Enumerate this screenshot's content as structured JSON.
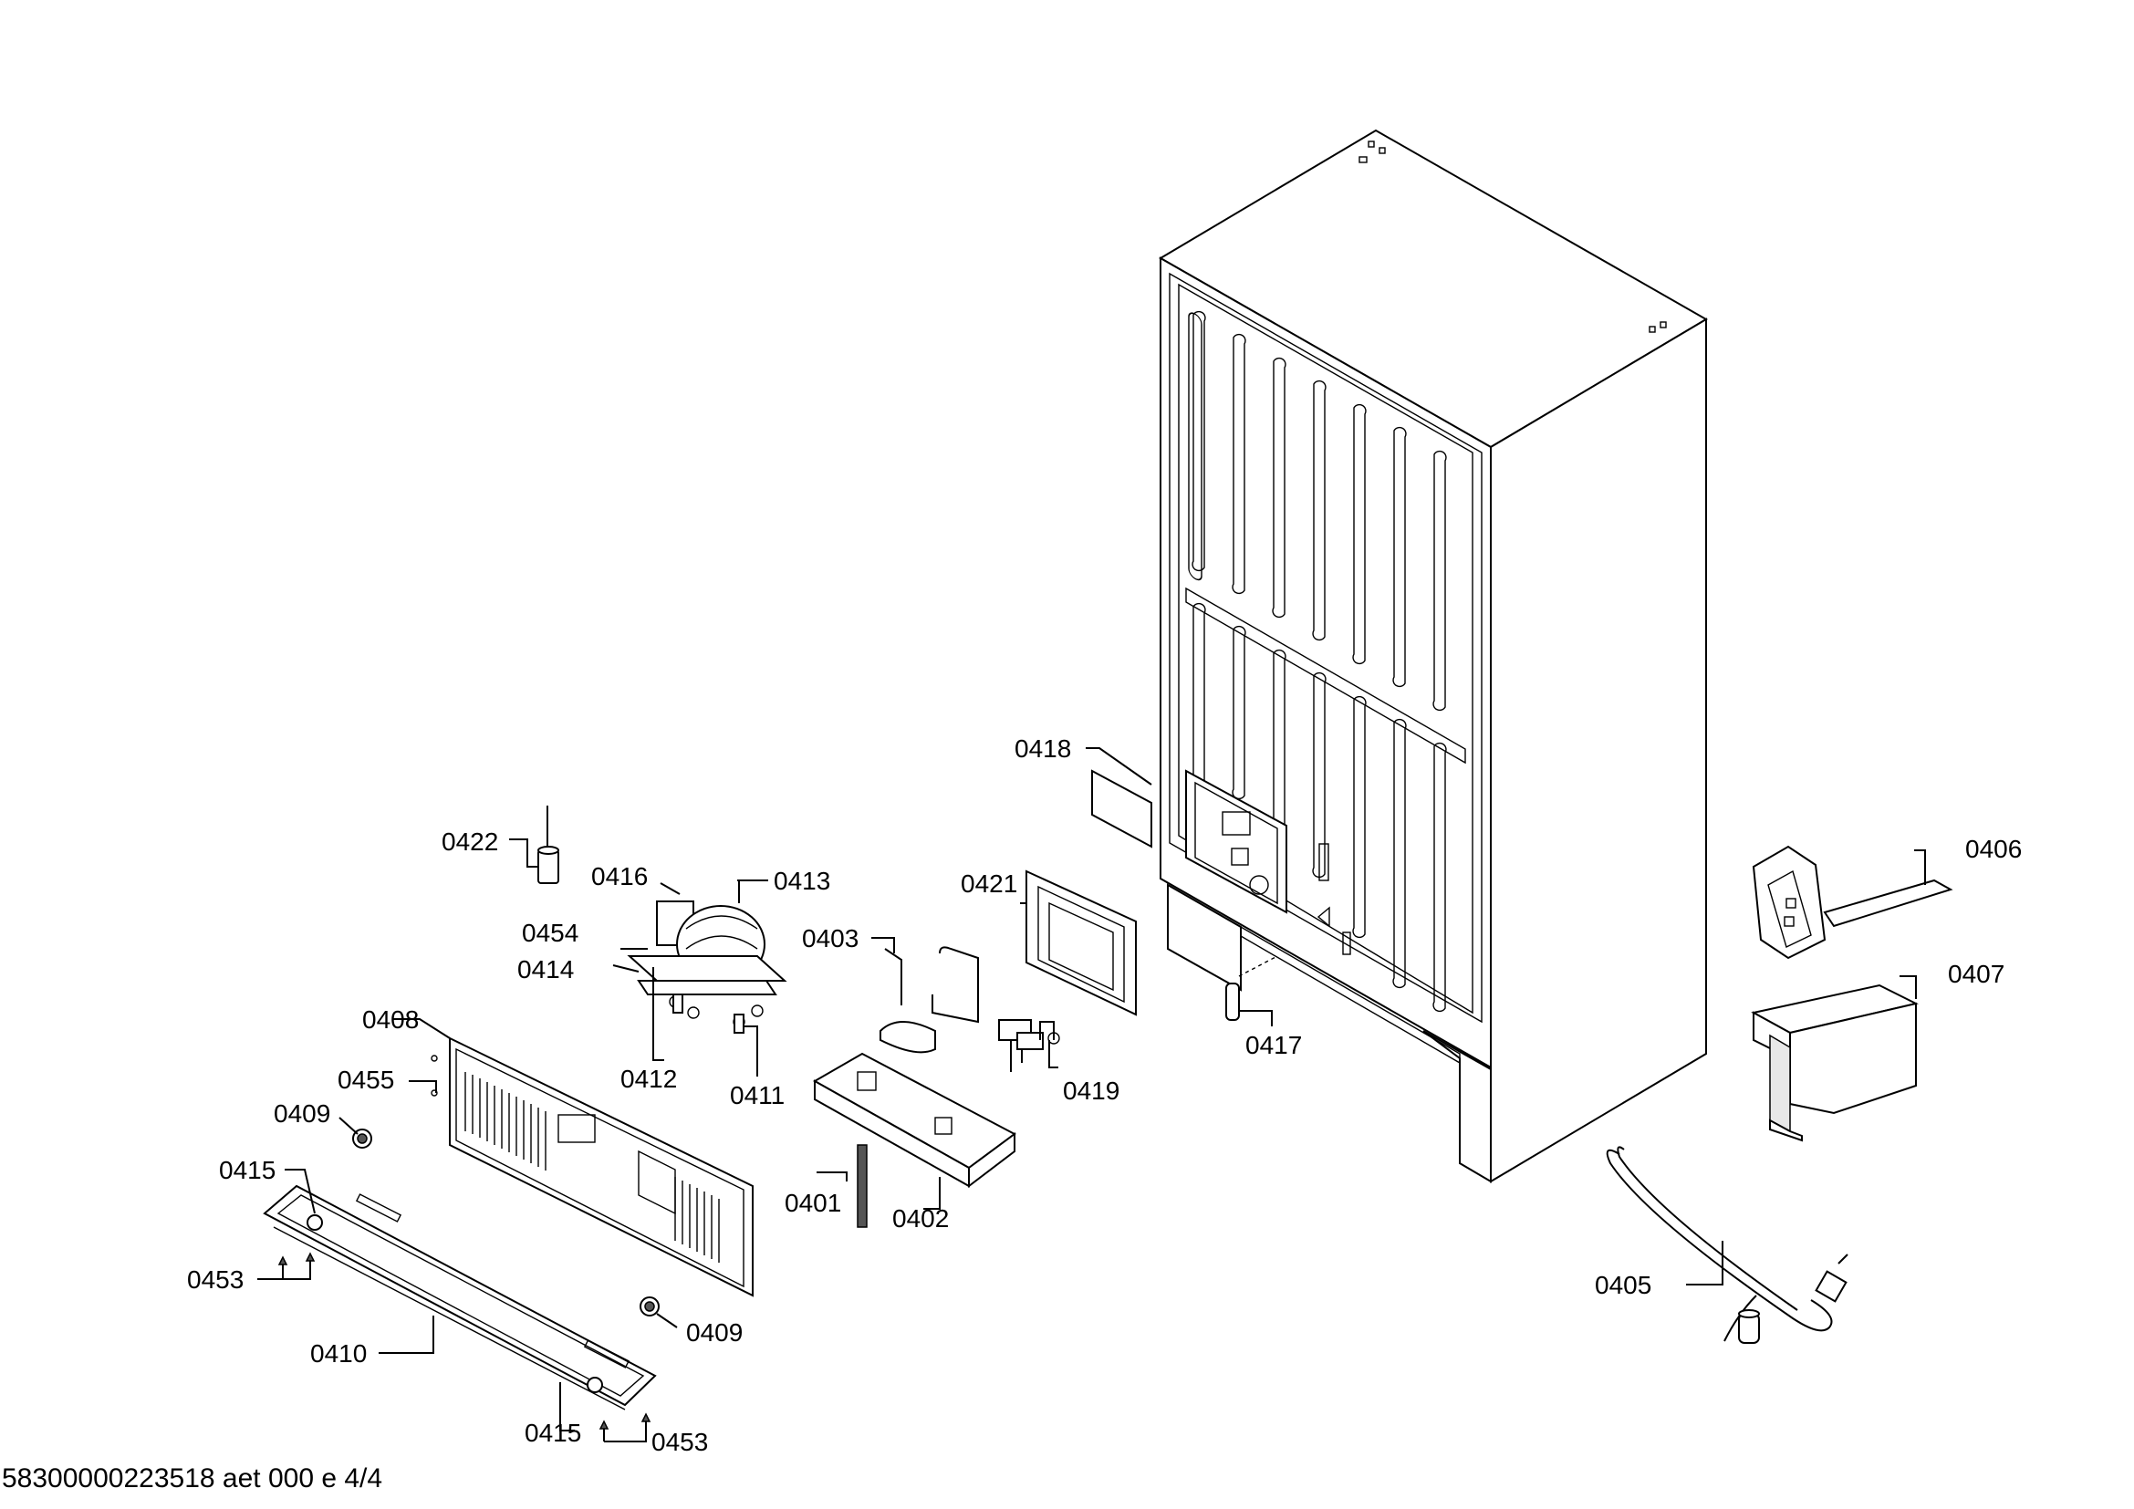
{
  "callouts": {
    "c0422": "0422",
    "c0416": "0416",
    "c0413": "0413",
    "c0454": "0454",
    "c0414": "0414",
    "c0412": "0412",
    "c0411": "0411",
    "c0408": "0408",
    "c0455": "0455",
    "c0409a": "0409",
    "c0415a": "0415",
    "c0453a": "0453",
    "c0410": "0410",
    "c0409b": "0409",
    "c0415b": "0415",
    "c0453b": "0453",
    "c0403": "0403",
    "c0401": "0401",
    "c0402": "0402",
    "c0421": "0421",
    "c0419": "0419",
    "c0418": "0418",
    "c0417": "0417",
    "c0406": "0406",
    "c0407": "0407",
    "c0405": "0405"
  },
  "footer": {
    "doc_id": "58300000223518 aet 000 e 4/4"
  }
}
